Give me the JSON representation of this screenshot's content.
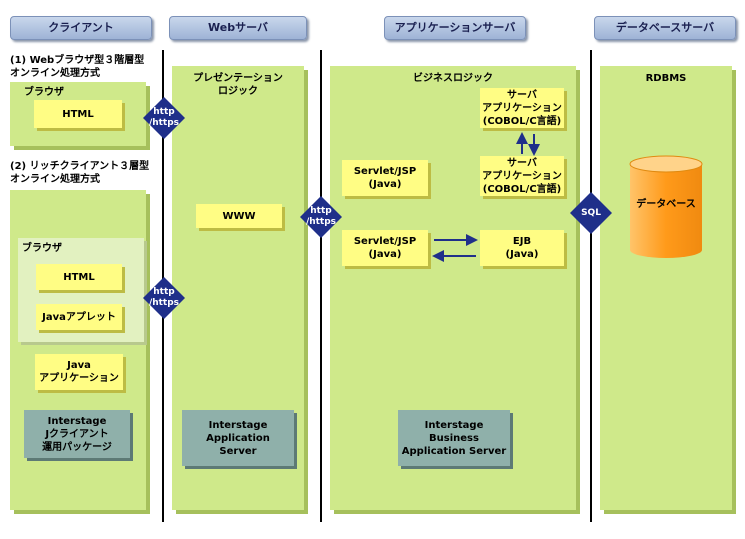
{
  "headers": {
    "client": "クライアント",
    "web": "Webサーバ",
    "app": "アプリケーションサーバ",
    "db": "データベースサーバ"
  },
  "client": {
    "section1_title": "(1) Webブラウザ型３階層型\nオンライン処理方式",
    "browser_label": "ブラウザ",
    "html": "HTML",
    "section2_title": "(2) リッチクライアント３層型\nオンライン処理方式",
    "browser2_label": "ブラウザ",
    "html2": "HTML",
    "applet": "Javaアプレット",
    "java_app": "Java\nアプリケーション",
    "interstage_j": "Interstage\nJクライアント\n運用パッケージ"
  },
  "web": {
    "panel_title": "プレゼンテーション\nロジック",
    "www": "WWW",
    "interstage_as": "Interstage Application\nServer"
  },
  "app": {
    "panel_title": "ビジネスロジック",
    "sap1": "サーバ\nアプリケーション\n(COBOL/C言語)",
    "sap2": "サーバ\nアプリケーション\n(COBOL/C言語)",
    "servlet1": "Servlet/JSP\n(Java)",
    "servlet2": "Servlet/JSP\n(Java)",
    "ejb": "EJB\n(Java)",
    "interstage_bas": "Interstage Business\nApplication Server"
  },
  "db": {
    "panel_title": "RDBMS",
    "database": "データベース"
  },
  "connectors": {
    "http1": "http\n/https",
    "http2": "http\n/https",
    "http3": "http\n/https",
    "sql": "SQL"
  },
  "colors": {
    "panel": "#cfe98a",
    "box": "#fffd84",
    "gray_box": "#8fb0aa",
    "connector": "#1f2f8a",
    "db_cylinder": "#ffaa22"
  }
}
